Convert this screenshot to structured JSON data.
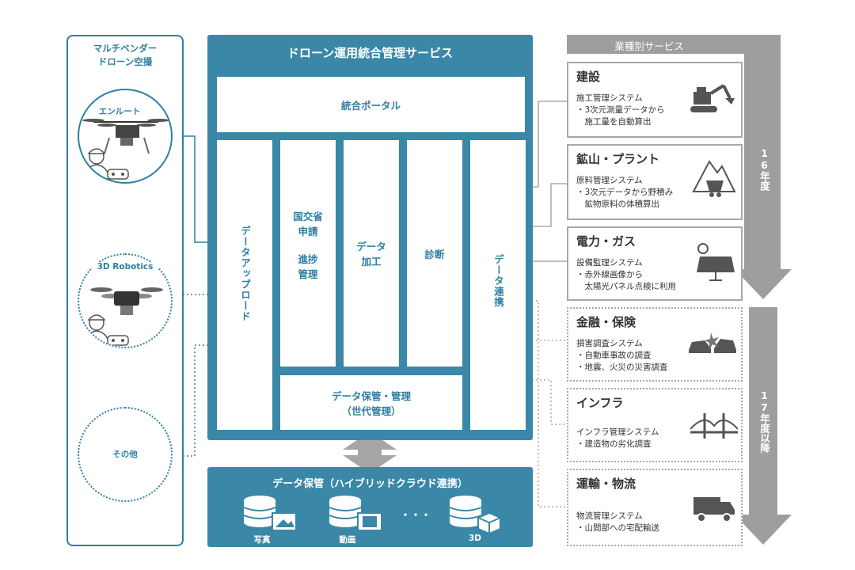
{
  "left_panel": {
    "title_line1": "マルチベンダー",
    "title_line2": "ドローン空撮",
    "vendors": [
      "エンルート",
      "3D Robotics",
      "その他"
    ]
  },
  "main": {
    "title": "ドローン運用統合管理サービス",
    "portal": "統合ポータル",
    "columns": {
      "upload": "データアップロード",
      "apply_line1": "国交省",
      "apply_line2": "申請",
      "progress_line1": "進捗",
      "progress_line2": "管理",
      "process_line1": "データ",
      "process_line2": "加工",
      "diagnosis": "診断",
      "link": "データ連携"
    },
    "storage_mgmt_line1": "データ保管・管理",
    "storage_mgmt_line2": "（世代管理）"
  },
  "storage": {
    "title": "データ保管（ハイブリッドクラウド連携）",
    "items": [
      "写真",
      "動画",
      "3D"
    ],
    "ellipsis": "・・・"
  },
  "industry": {
    "header": "業種別サービス",
    "period_1": "16年度",
    "period_2": "17年度以降",
    "items": [
      {
        "title": "建設",
        "lines": [
          "施工管理システム",
          "・3次元測量データから",
          "　施工量を自動算出"
        ],
        "icon": "excavator-icon"
      },
      {
        "title": "鉱山・プラント",
        "lines": [
          "原料管理システム",
          "・3次元データから野積み",
          "　鉱物原料の体積算出"
        ],
        "icon": "mine-cart-icon"
      },
      {
        "title": "電力・ガス",
        "lines": [
          "設備監理システム",
          "・赤外線画像から",
          "　太陽光パネル点検に利用"
        ],
        "icon": "solar-panel-icon"
      },
      {
        "title": "金融・保険",
        "lines": [
          "損害調査システム",
          "・自動車事故の調査",
          "・地震、火災の災害調査"
        ],
        "icon": "car-crash-icon"
      },
      {
        "title": "インフラ",
        "lines": [
          "インフラ管理システム",
          "・建造物の劣化調査"
        ],
        "icon": "bridge-icon"
      },
      {
        "title": "運輸・物流",
        "lines": [
          "物流管理システム",
          "・山間部への宅配輸送"
        ],
        "icon": "truck-icon"
      }
    ]
  },
  "colors": {
    "accent": "#3a87a8",
    "border": "#2e7fa3",
    "gray": "#9e9e9e"
  }
}
